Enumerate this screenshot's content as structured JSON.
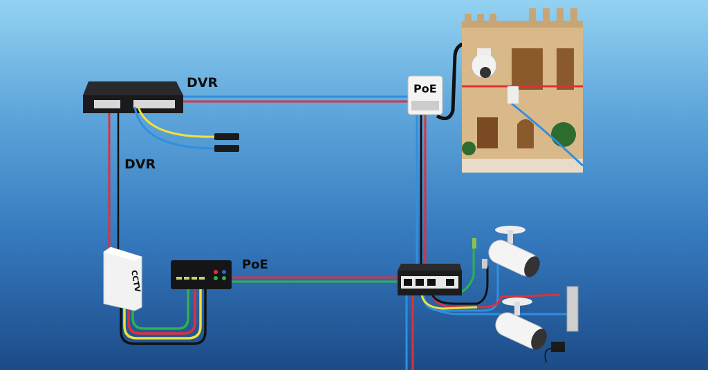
{
  "labels": {
    "dvr_top": "DVR",
    "dvr_side": "DVR",
    "poe_box": "PoE",
    "poe_injector": "PoE",
    "cctv_box": "CCTV"
  },
  "colors": {
    "cable_red": "#e0303a",
    "cable_blue": "#2f8fe0",
    "cable_black": "#111111",
    "cable_yellow": "#f2e23a",
    "cable_green": "#2fb24a"
  }
}
